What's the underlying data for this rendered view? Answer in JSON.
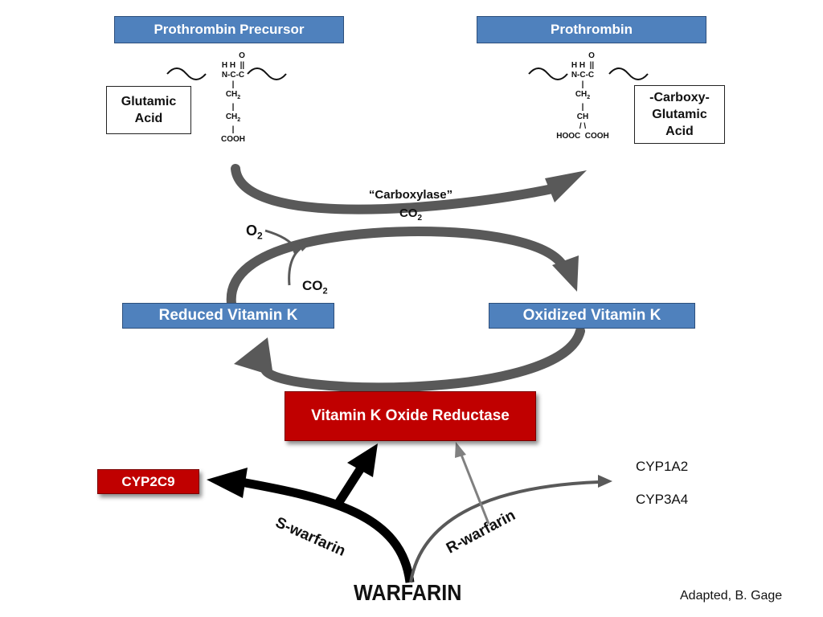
{
  "boxes": {
    "prothrombin_precursor": "Prothrombin Precursor",
    "prothrombin": "Prothrombin",
    "glutamic_acid": [
      "Glutamic",
      "Acid"
    ],
    "carboxy_glutamic_acid": [
      "-Carboxy-",
      "Glutamic",
      "Acid"
    ],
    "reduced_vitamin_k": "Reduced Vitamin K",
    "oxidized_vitamin_k": "Oxidized Vitamin K",
    "vkor": "Vitamin K Oxide Reductase",
    "cyp2c9": "CYP2C9"
  },
  "labels": {
    "carboxylase": "“Carboxylase”",
    "co2_top": {
      "base": "CO",
      "sub": "2"
    },
    "o2": {
      "base": "O",
      "sub": "2"
    },
    "co2_mid": {
      "base": "CO",
      "sub": "2"
    },
    "s_warfarin": "S-warfarin",
    "r_warfarin": "R-warfarin",
    "warfarin": "WARFARIN",
    "cyp1a2": "CYP1A2",
    "cyp3a4": "CYP3A4",
    "credit": "Adapted, B. Gage"
  },
  "structures": {
    "glutamate": {
      "o": "O",
      "line1": "H H  ||",
      "line2": "N-C-C",
      "bond": "|",
      "ch2": {
        "base": "CH",
        "sub": "2"
      },
      "cooh": "COOH"
    },
    "gla": {
      "o": "O",
      "line1": "H H  ||",
      "line2": "N-C-C",
      "bond": "|",
      "ch2": {
        "base": "CH",
        "sub": "2"
      },
      "ch": "CH",
      "fork": "/ \\",
      "cooh2": "HOOC  COOH"
    }
  },
  "colors": {
    "box_blue": "#4f81bd",
    "box_red": "#c00000",
    "cycle_arrow_gray": "#595959",
    "r_warfarin_gray": "#808080",
    "s_warfarin_black": "#000000"
  }
}
